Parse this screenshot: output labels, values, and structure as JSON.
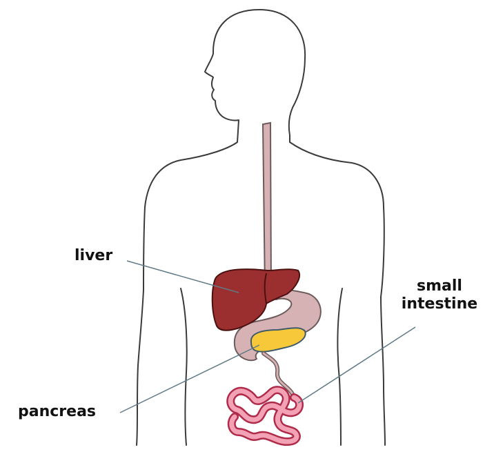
{
  "labels": {
    "liver": "liver",
    "small_intestine_line1": "small",
    "small_intestine_line2": "intestine",
    "pancreas": "pancreas"
  },
  "colors": {
    "outline": "#3a3a3a",
    "liver_fill": "#9b2f2f",
    "liver_stroke": "#4a1010",
    "tract_fill": "#d7b2b4",
    "tract_stroke": "#6b5a5a",
    "pancreas_fill": "#f7c93a",
    "pancreas_stroke": "#3d5a6a",
    "intestine_fill": "#f2a2b4",
    "intestine_stroke": "#b02a4a",
    "pointer": "#5f7a86"
  }
}
